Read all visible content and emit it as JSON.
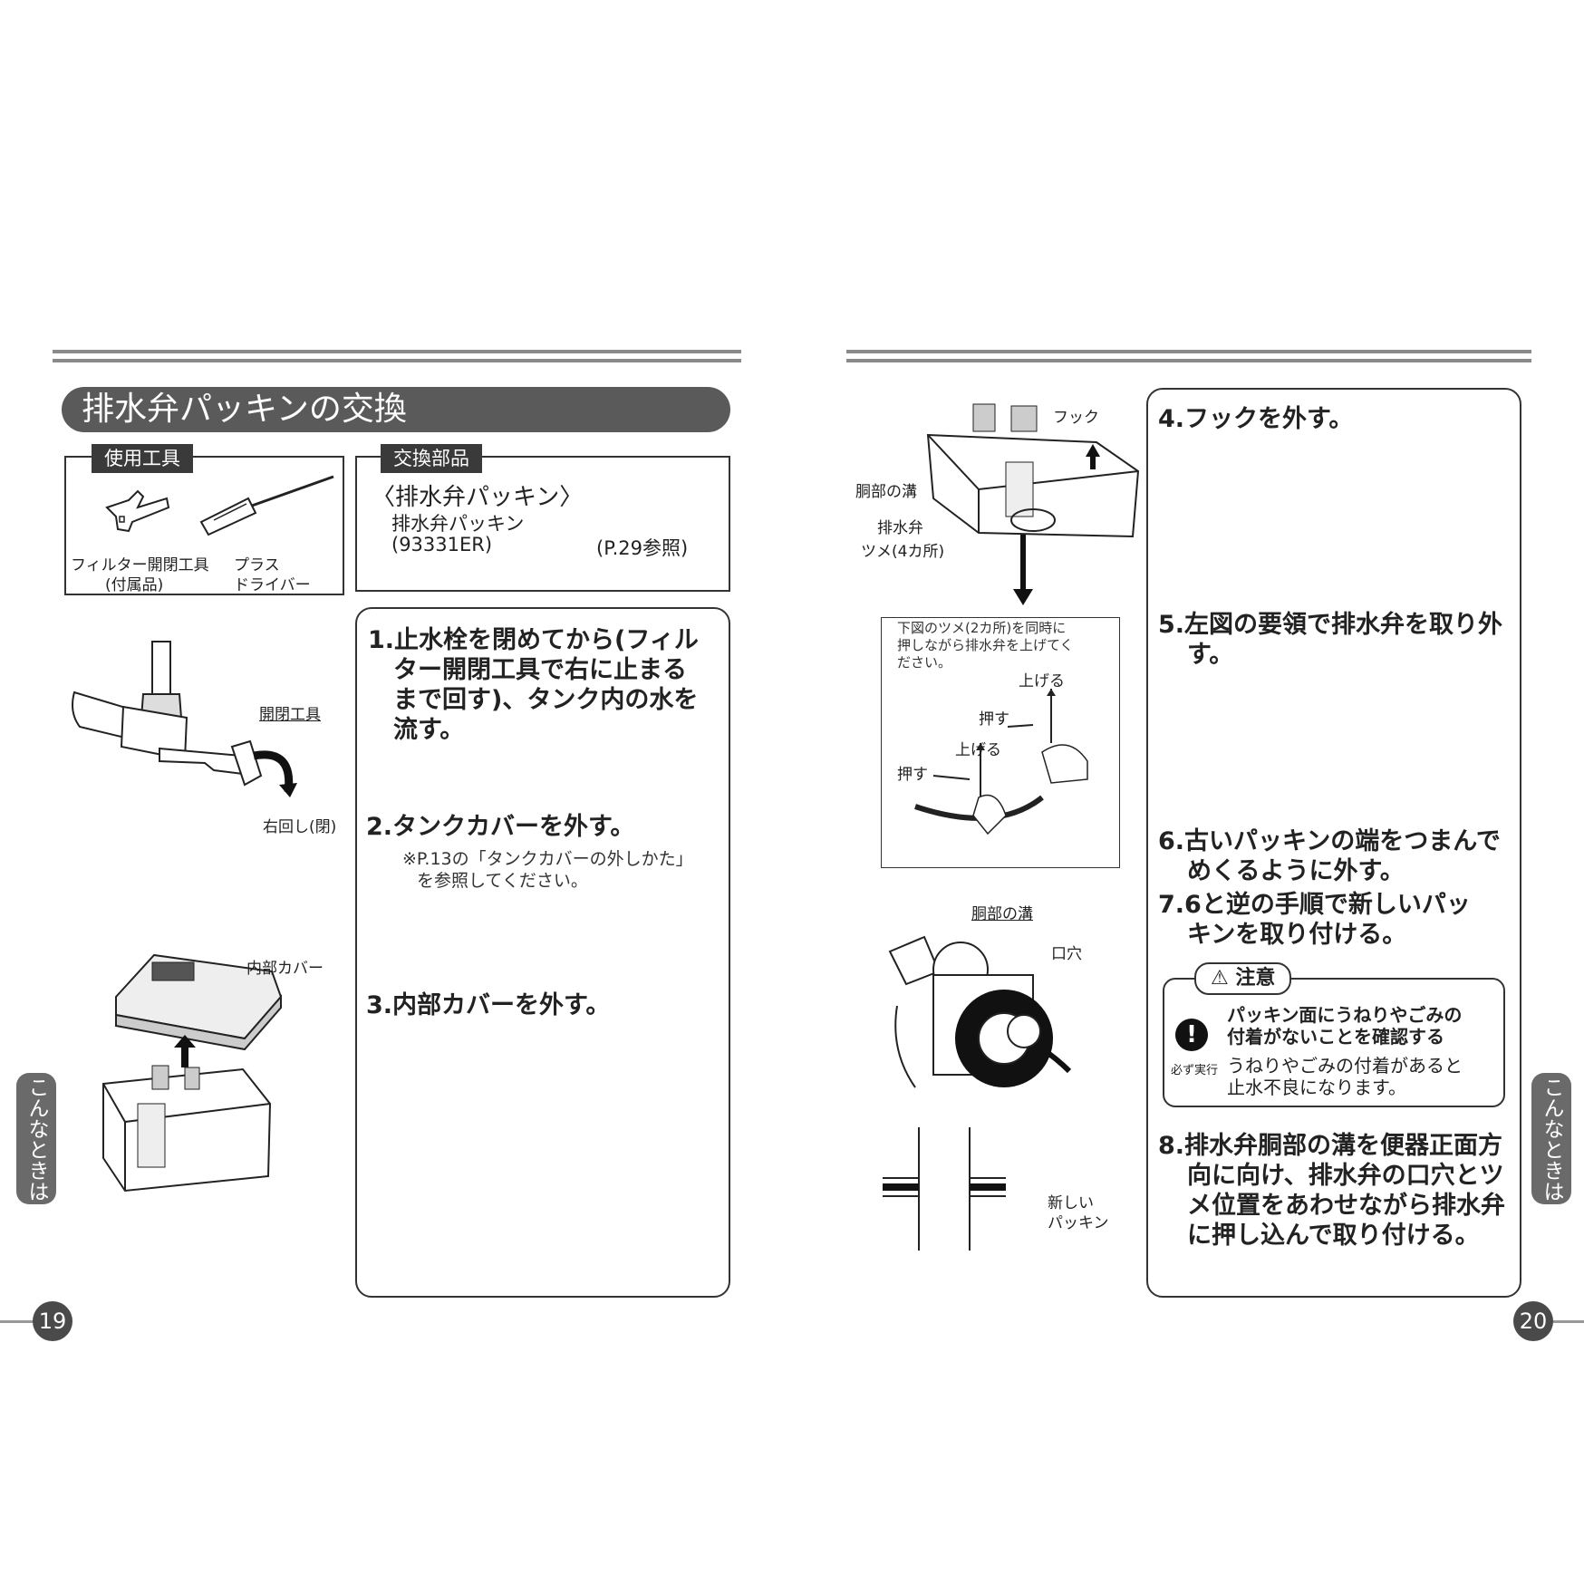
{
  "left_page": {
    "title": "排水弁パッキンの交換",
    "tools_box": {
      "tag": "使用工具",
      "tool1_line1": "フィルター開閉工具",
      "tool1_line2": "(付属品)",
      "tool2_line1": "プラス",
      "tool2_line2": "ドライバー"
    },
    "parts_box": {
      "tag": "交換部品",
      "heading": "〈排水弁パッキン〉",
      "name": "排水弁パッキン",
      "code": "(93331ER)",
      "ref": "(P.29参照)"
    },
    "figure_labels": {
      "tool": "開閉工具",
      "turn": "右回し(閉)",
      "inner_cover": "内部カバー"
    },
    "steps": [
      {
        "num": "1.",
        "lines": [
          "止水栓を閉めてから(フィル",
          "ター開閉工具で右に止まる",
          "まで回す)、タンク内の水を",
          "流す。"
        ]
      },
      {
        "num": "2.",
        "lines": [
          "タンクカバーを外す。"
        ],
        "note": [
          "※P.13の「タンクカバーの外しかた」",
          "を参照してください。"
        ]
      },
      {
        "num": "3.",
        "lines": [
          "内部カバーを外す。"
        ]
      }
    ],
    "side_tab": "こんなときは",
    "page_number": "19"
  },
  "right_page": {
    "figure_labels": {
      "hook": "フック",
      "groove": "胴部の溝",
      "valve": "排水弁",
      "claw": "ツメ(4カ所)",
      "inset_text": [
        "下図のツメ(2カ所)を同時に",
        "押しながら排水弁を上げてく",
        "ださい。"
      ],
      "lift1": "上げる",
      "push1": "押す",
      "lift2": "上げる",
      "push2": "押す",
      "groove2": "胴部の溝",
      "mouth": "口穴",
      "new_packing_1": "新しい",
      "new_packing_2": "パッキン"
    },
    "steps": [
      {
        "num": "4.",
        "lines": [
          "フックを外す。"
        ]
      },
      {
        "num": "5.",
        "lines": [
          "左図の要領で排水弁を取り外",
          "す。"
        ]
      },
      {
        "num": "6.",
        "lines": [
          "古いパッキンの端をつまんで",
          "めくるように外す。"
        ]
      },
      {
        "num": "7.",
        "lines": [
          "6と逆の手順で新しいパッ",
          "キンを取り付ける。"
        ]
      },
      {
        "num": "8.",
        "lines": [
          "排水弁胴部の溝を便器正面方",
          "向に向け、排水弁の口穴とツ",
          "メ位置をあわせながら排水弁",
          "に押し込んで取り付ける。"
        ]
      }
    ],
    "caution": {
      "title": "注意",
      "icon_label": "必ず実行",
      "bold": [
        "パッキン面にうねりやごみの",
        "付着がないことを確認する"
      ],
      "text": [
        "うねりやごみの付着があると",
        "止水不良になります。"
      ]
    },
    "side_tab": "こんなときは",
    "page_number": "20"
  }
}
